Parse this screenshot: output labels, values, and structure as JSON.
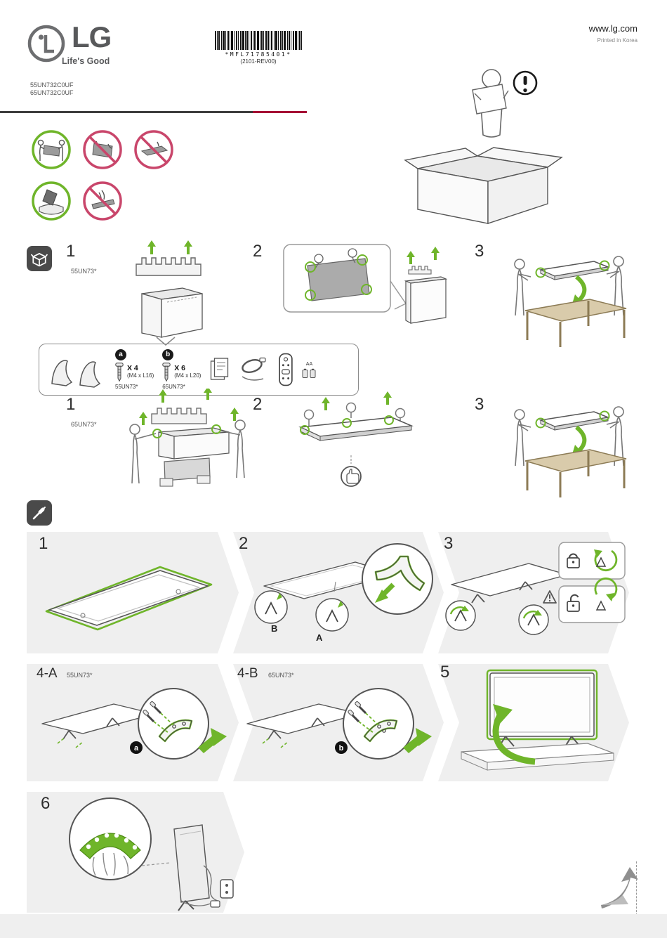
{
  "header": {
    "brand": "LG",
    "tagline": "Life's Good",
    "website": "www.lg.com",
    "printed_in": "Printed in Korea",
    "barcode_text": "*MFL71785401*",
    "revision": "(2101-REV00)"
  },
  "models": {
    "line1": "55UN732C0UF",
    "line2": "65UN732C0UF"
  },
  "unboxing": {
    "row1_model": "55UN73*",
    "row2_model": "65UN73*",
    "step1": "1",
    "step2": "2",
    "step3": "3"
  },
  "parts": {
    "screw_a": {
      "label": "a",
      "qty": "X 4",
      "size": "(M4 x L16)",
      "model": "55UN73*"
    },
    "screw_b": {
      "label": "b",
      "qty": "X 6",
      "size": "(M4 x L20)",
      "model": "65UN73*"
    },
    "battery": "AA"
  },
  "assembly": {
    "step1": "1",
    "step2": "2",
    "step3": "3",
    "step4a": "4-A",
    "step4a_model": "55UN73*",
    "step4b": "4-B",
    "step4b_model": "65UN73*",
    "step5": "5",
    "step6": "6",
    "label_leg_b": "B",
    "label_leg_a": "A"
  },
  "colors": {
    "accent_green": "#6fb52a",
    "prohibition_red": "#c9466b",
    "brand_magenta": "#a50034",
    "band_gray": "#efefef",
    "ink_dark": "#3f3f3f"
  }
}
